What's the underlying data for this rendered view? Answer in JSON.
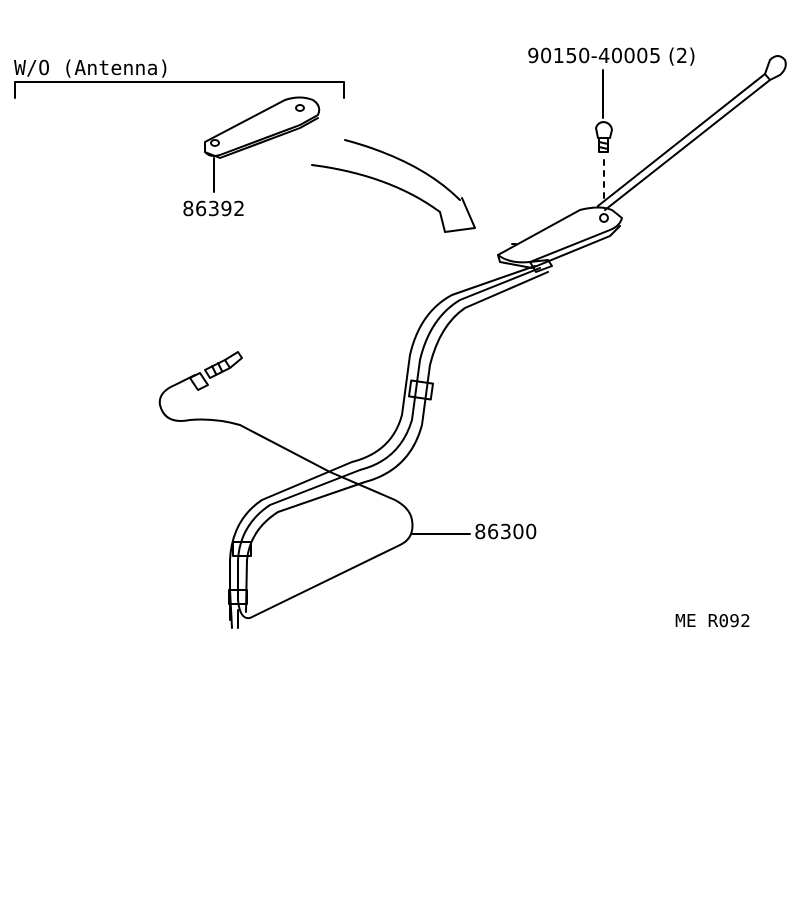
{
  "labels": {
    "wo_antenna": "W/O  (Antenna)",
    "bolt_part": "90150-40005 (2)",
    "cover_part": "86392",
    "cable_part": "86300",
    "figure_ref": "ME  R092"
  }
}
